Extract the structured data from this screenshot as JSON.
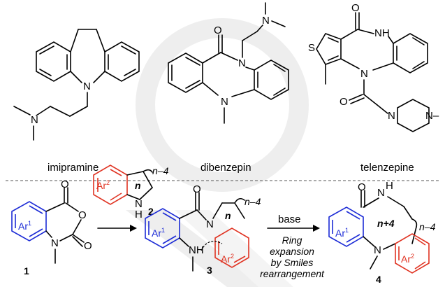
{
  "colors": {
    "blue": "#1c2bd6",
    "red": "#e03322",
    "watermark": "#d9d9d9"
  },
  "top": {
    "imipramine": "imipramine",
    "dibenzepin": "dibenzepin",
    "telenzepine": "telenzepine"
  },
  "atoms": {
    "N": "N",
    "O": "O",
    "S": "S",
    "H": "H",
    "NH": "NH",
    "NHtop": "NH",
    "Hbelow": "H",
    "N_minus": "N–"
  },
  "scheme": {
    "ar1": "Ar",
    "ar1_sup": "1",
    "ar2": "Ar",
    "ar2_sup": "2",
    "n": "n",
    "n_minus_4": "n–4",
    "n_plus_4": "n+4",
    "c1": "1",
    "c2": "2",
    "c3": "3",
    "c4": "4",
    "base": "base",
    "cond1": "Ring",
    "cond2": "expansion",
    "cond3": "by Smiles",
    "cond4": "rearrangement"
  }
}
